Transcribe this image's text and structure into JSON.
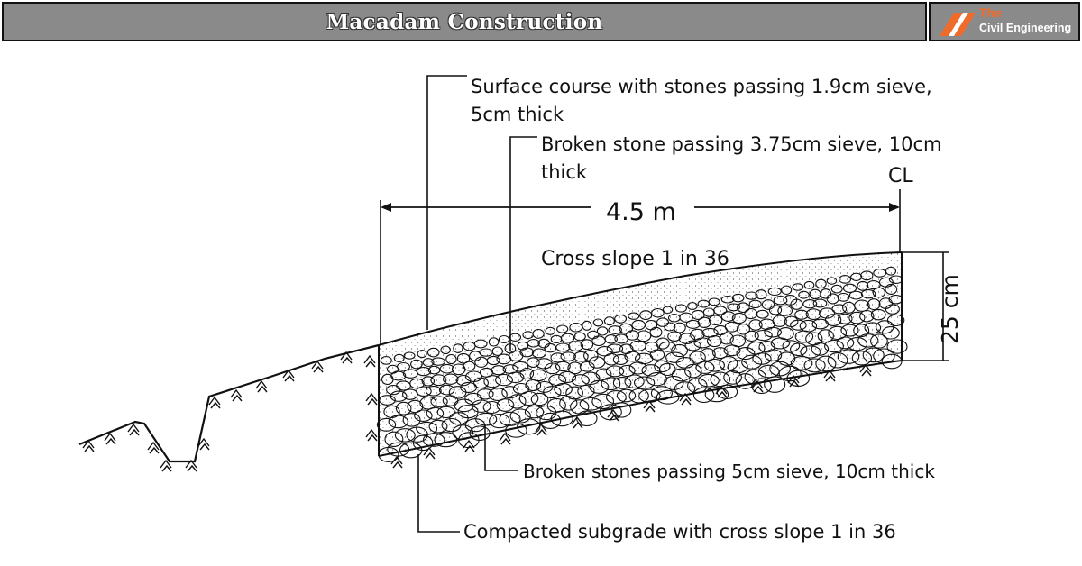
{
  "header": {
    "title": "Macadam Construction",
    "logo": {
      "line1": "The",
      "line2": "Civil Engineering",
      "accent": "#f06a2a",
      "icon": "slash-stripes-logo-icon"
    }
  },
  "diagram": {
    "labels": {
      "surface_course_1": "Surface course with stones passing 1.9cm sieve,",
      "surface_course_2": "5cm thick",
      "broken_stone_1": "Broken stone passing 3.75cm sieve, 10cm",
      "broken_stone_2": "thick",
      "centerline": "CL",
      "width": "4.5 m",
      "cross_slope": "Cross slope 1 in 36",
      "depth": "25 cm",
      "base_course": "Broken stones passing 5cm sieve, 10cm thick",
      "subgrade": "Compacted subgrade with cross slope 1 in 36"
    }
  }
}
